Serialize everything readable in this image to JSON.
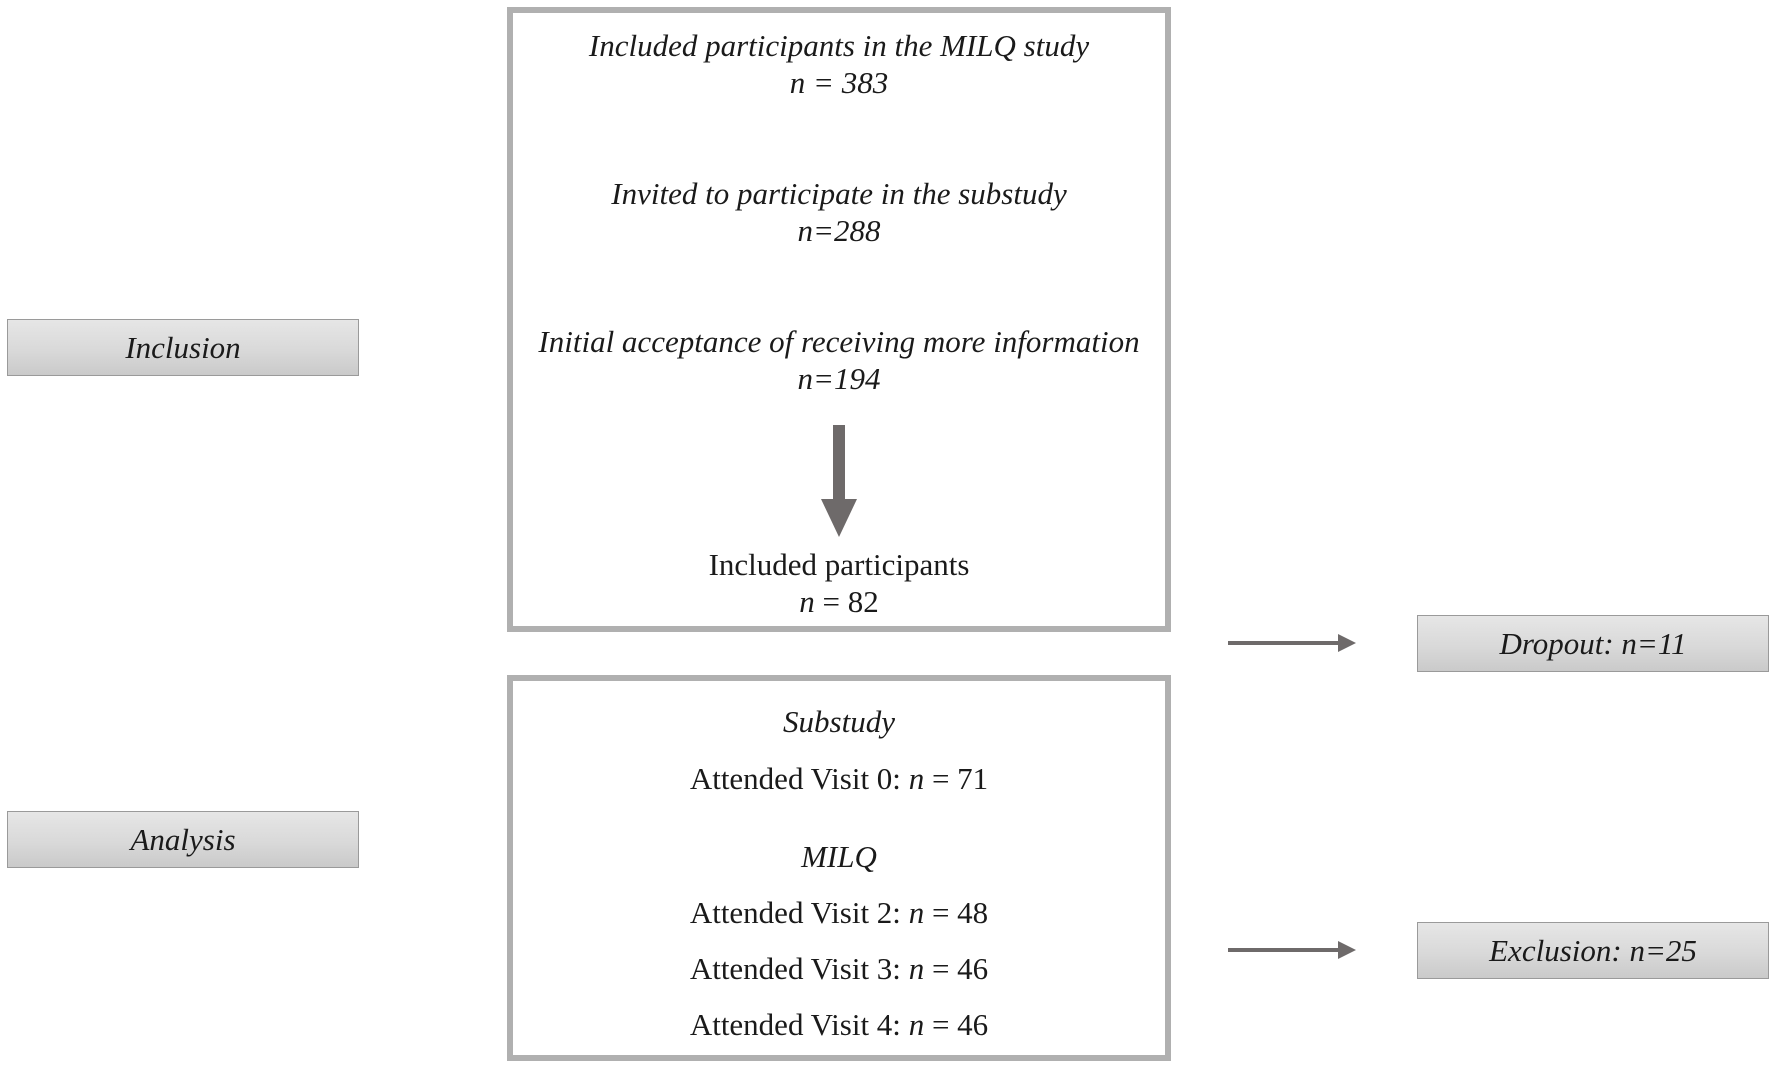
{
  "stages": {
    "inclusion": "Inclusion",
    "analysis": "Analysis"
  },
  "inclusion_box": {
    "step1_title": "Included participants in the MILQ study",
    "step1_n": "n = 383",
    "step2_title": "Invited to participate in the substudy",
    "step2_n": "n=288",
    "step3_title": "Initial acceptance of receiving more information",
    "step3_n": "n=194",
    "result_title": "Included participants",
    "result_n_symbol": "n",
    "result_n_value": " = 82"
  },
  "analysis_box": {
    "substudy_heading": "Substudy",
    "visit0_label": "Attended Visit 0: ",
    "visit0_n_symbol": "n",
    "visit0_n_value": " = 71",
    "milq_heading": "MILQ",
    "visit2_label": "Attended Visit 2: ",
    "visit2_n_symbol": "n",
    "visit2_n_value": " = 48",
    "visit3_label": "Attended Visit 3: ",
    "visit3_n_symbol": "n",
    "visit3_n_value": " = 46",
    "visit4_label": "Attended Visit 4: ",
    "visit4_n_symbol": "n",
    "visit4_n_value": " = 46"
  },
  "outcomes": {
    "dropout": "Dropout: n=11",
    "exclusion": "Exclusion: n=25"
  },
  "colors": {
    "box_border": "#b0b0b0",
    "arrow": "#6e6a6a",
    "label_fill": "#d9d9d9"
  }
}
